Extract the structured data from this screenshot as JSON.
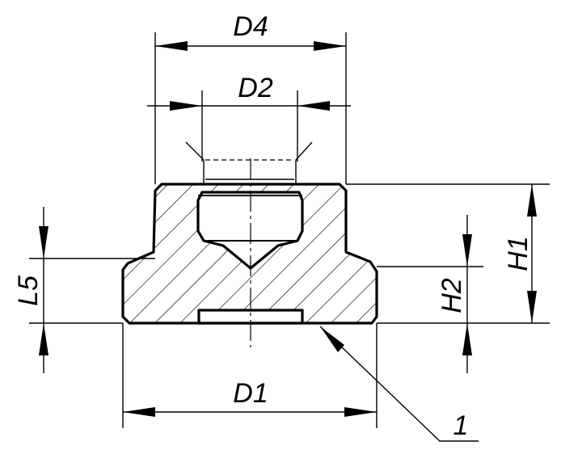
{
  "labels": {
    "d4": "D4",
    "d2": "D2",
    "d1": "D1",
    "h1": "H1",
    "h2": "H2",
    "l5": "L5",
    "item": "1"
  }
}
